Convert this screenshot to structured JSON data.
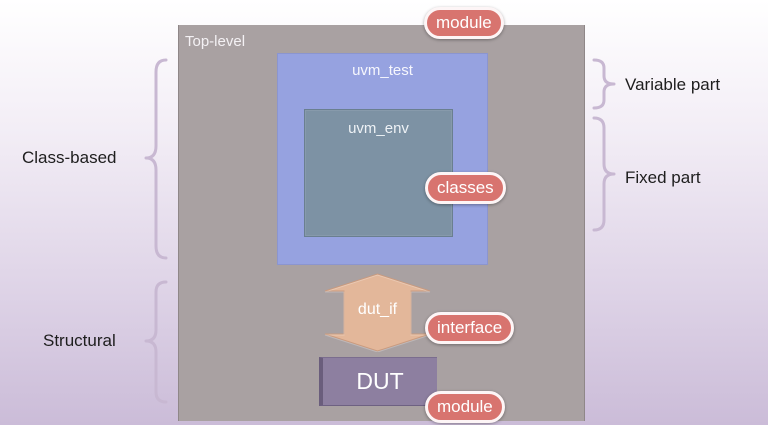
{
  "diagram": {
    "top_level_label": "Top-level",
    "uvm_test_label": "uvm_test",
    "uvm_env_label": "uvm_env",
    "dut_if_label": "dut_if",
    "dut_label": "DUT",
    "tags": {
      "module_top": "module",
      "classes": "classes",
      "interface": "interface",
      "module_bottom": "module"
    },
    "left_labels": {
      "class_based": "Class-based",
      "structural": "Structural"
    },
    "right_labels": {
      "variable_part": "Variable part",
      "fixed_part": "Fixed part"
    }
  },
  "colors": {
    "top_level_fill": "#a9a1a2",
    "uvm_test_fill": "#96a2e0",
    "uvm_env_fill": "#7d92a4",
    "dut_if_fill": "#e3b79a",
    "dut_fill": "#8d7fa0",
    "tag_fill": "#d8746f",
    "brace_color": "#c8b8d2"
  }
}
